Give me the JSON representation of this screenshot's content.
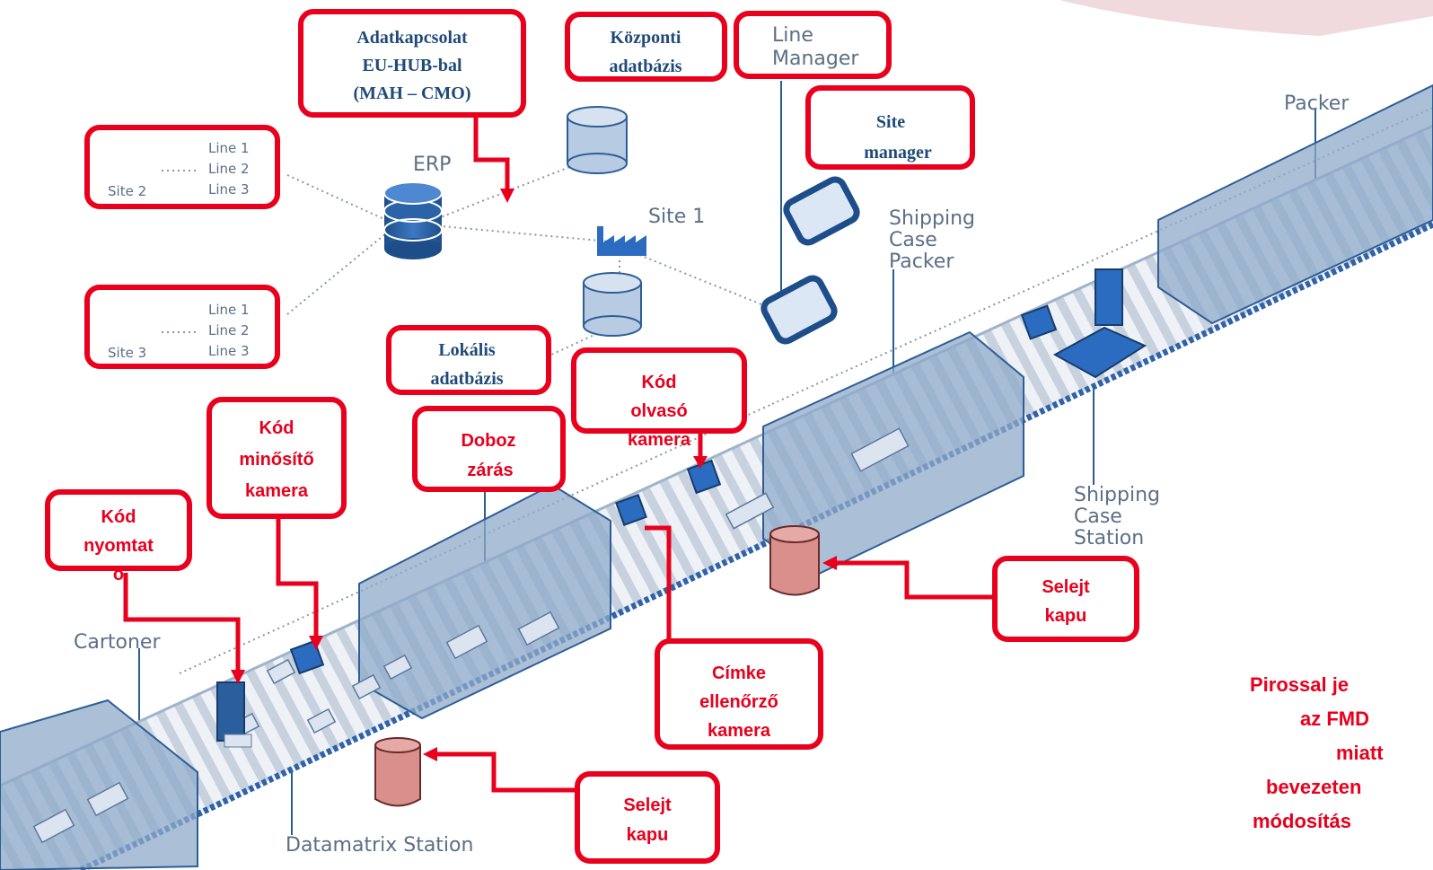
{
  "accent_red": "#e8001d",
  "equipment_blue": "#3a6ea8",
  "reject_pink": "#d9908c",
  "labels": {
    "erp": "ERP",
    "site1": "Site 1",
    "packer": "Packer",
    "shipping_case_packer": [
      "Shipping",
      "Case",
      "Packer"
    ],
    "shipping_case_station": [
      "Shipping",
      "Case",
      "Station"
    ],
    "cartoner": "Cartoner",
    "datamatrix_station": "Datamatrix Station"
  },
  "sites": [
    {
      "name": "Site 2",
      "lines": [
        "Line 1",
        "Line 2",
        "Line 3"
      ]
    },
    {
      "name": "Site 3",
      "lines": [
        "Line 1",
        "Line 2",
        "Line 3"
      ]
    }
  ],
  "callouts": {
    "eu_hub": [
      "Adatkapcsolat",
      "EU-HUB-bal",
      "(MAH – CMO)"
    ],
    "central_db": [
      "Központi",
      "adatbázis"
    ],
    "line_manager": [
      "Line",
      "Manager"
    ],
    "site_manager": [
      "Site",
      "manager"
    ],
    "local_db": [
      "Lokális",
      "adatbázis"
    ],
    "code_reader": [
      "Kód",
      "olvasó",
      "kamera"
    ],
    "box_closing": [
      "Doboz",
      "zárás"
    ],
    "code_grading": [
      "Kód",
      "minősítő",
      "kamera"
    ],
    "code_printer": [
      "Kód",
      "nyomtat",
      "ó"
    ],
    "reject_gate_right": [
      "Selejt",
      "kapu"
    ],
    "label_check": [
      "Címke",
      "ellenőrző",
      "kamera"
    ],
    "reject_gate_bottom": [
      "Selejt",
      "kapu"
    ]
  },
  "note_lines": [
    "Pirossal je",
    "az FMD",
    "miatt",
    "bevezeten",
    "módosítás"
  ],
  "icons": [
    "factory-icon",
    "database-icon",
    "camera-icon",
    "printer-icon",
    "monitor-icon",
    "bin-icon"
  ]
}
